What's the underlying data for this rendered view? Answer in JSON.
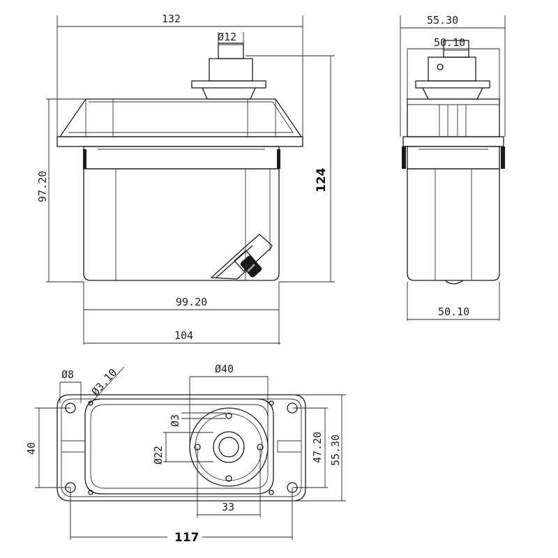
{
  "front_view": {
    "overall_width": "132",
    "shaft_diameter": "Ø12",
    "body_height": "97.20",
    "overall_height": "124",
    "inner_width": "99.20",
    "case_width": "104"
  },
  "side_view": {
    "overall_depth": "55.30",
    "flange_width": "50.10",
    "case_depth": "50.10"
  },
  "bottom_view": {
    "hole_diameter": "Ø8",
    "small_hole_diameter": "Ø3.10",
    "horn_diameter": "Ø40",
    "screw_diameter": "Ø3",
    "pitch_diameter": "Ø22",
    "height_left": "40",
    "inner_height": "47.20",
    "overall_height": "55.30",
    "horn_span": "33",
    "mount_span": "117"
  }
}
